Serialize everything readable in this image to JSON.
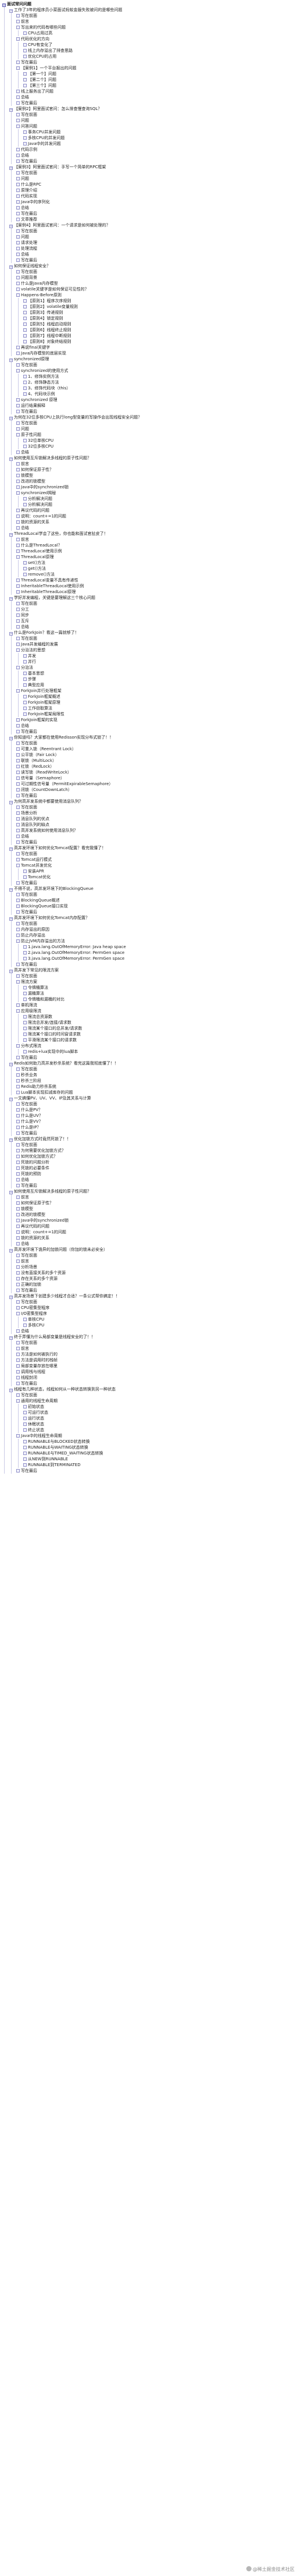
{
  "watermark": "@稀土掘金技术社区",
  "outline": [
    {
      "text": "面试常问问题",
      "level": 0
    },
    {
      "text": "工作了3年的程序员小菜面试蚂蚁金服失败被问的是哪些问题",
      "level": 1
    },
    {
      "text": "写在前面",
      "level": 2
    },
    {
      "text": "前言",
      "level": 2
    },
    {
      "text": "写出来的代码有哪些问题",
      "level": 2
    },
    {
      "text": "CPU占用过高",
      "level": 3
    },
    {
      "text": "代码优化的方向",
      "level": 2
    },
    {
      "text": "CPU有变化了",
      "level": 3
    },
    {
      "text": "线上内存溢出了排查思路",
      "level": 3
    },
    {
      "text": "优化CPU的占用",
      "level": 3
    },
    {
      "text": "写在最后",
      "level": 2
    },
    {
      "text": "【案例1】一个平台报出的问题",
      "level": 2
    },
    {
      "text": "【第一个】问题",
      "level": 3
    },
    {
      "text": "【第二个】问题",
      "level": 3
    },
    {
      "text": "【第三个】问题",
      "level": 3
    },
    {
      "text": "线上服务出了问题",
      "level": 2
    },
    {
      "text": "总结",
      "level": 2
    },
    {
      "text": "写在最后",
      "level": 2
    },
    {
      "text": "【案例2】阿里面试官问：怎么排查慢查询SQL？",
      "level": 1
    },
    {
      "text": "写在前面",
      "level": 2
    },
    {
      "text": "问题",
      "level": 2
    },
    {
      "text": "问答问题",
      "level": 2
    },
    {
      "text": "事务CPU并发问题",
      "level": 3
    },
    {
      "text": "多核CPU的并发问题",
      "level": 3
    },
    {
      "text": "Java中的并发问题",
      "level": 3
    },
    {
      "text": "代码示例",
      "level": 2
    },
    {
      "text": "总结",
      "level": 2
    },
    {
      "text": "写在最后",
      "level": 2
    },
    {
      "text": "【案例3】阿里面试官问：手写一个简单的RPC框架",
      "level": 1
    },
    {
      "text": "写在前面",
      "level": 2
    },
    {
      "text": "问题",
      "level": 2
    },
    {
      "text": "什么是RPC",
      "level": 2
    },
    {
      "text": "原理介绍",
      "level": 2
    },
    {
      "text": "代码实现",
      "level": 2
    },
    {
      "text": "Java中的序列化",
      "level": 2
    },
    {
      "text": "总结",
      "level": 2
    },
    {
      "text": "写在最后",
      "level": 2
    },
    {
      "text": "文章推荐",
      "level": 2
    },
    {
      "text": "【案例4】阿里面试官问：一个请求是如何被处理的？",
      "level": 1
    },
    {
      "text": "写在前面",
      "level": 2
    },
    {
      "text": "问题",
      "level": 2
    },
    {
      "text": "请求处理",
      "level": 2
    },
    {
      "text": "处理流程",
      "level": 2
    },
    {
      "text": "总结",
      "level": 2
    },
    {
      "text": "写在最后",
      "level": 2
    },
    {
      "text": "如何保证线程安全？",
      "level": 1
    },
    {
      "text": "写在前面",
      "level": 2
    },
    {
      "text": "问题背景",
      "level": 2
    },
    {
      "text": "什么是Java内存模型",
      "level": 2
    },
    {
      "text": "volatile关键字是如何保证可见性的？",
      "level": 2
    },
    {
      "text": "Happens-Before原则",
      "level": 2
    },
    {
      "text": "【原则1】程序次序规则",
      "level": 3
    },
    {
      "text": "【原则2】volatile变量规则",
      "level": 3
    },
    {
      "text": "【原则3】传递规则",
      "level": 3
    },
    {
      "text": "【原则4】锁定规则",
      "level": 3
    },
    {
      "text": "【原则5】线程启动规则",
      "level": 3
    },
    {
      "text": "【原则6】线程终止规则",
      "level": 3
    },
    {
      "text": "【原则7】线程中断规则",
      "level": 3
    },
    {
      "text": "【原则8】对象终结规则",
      "level": 3
    },
    {
      "text": "再说final关键字",
      "level": 2
    },
    {
      "text": "Java内存模型的底层实现",
      "level": 2
    },
    {
      "text": "synchronized原理",
      "level": 1
    },
    {
      "text": "写在前面",
      "level": 2
    },
    {
      "text": "synchronized的使用方式",
      "level": 2
    },
    {
      "text": "1、修饰实例方法",
      "level": 3
    },
    {
      "text": "2、修饰静态方法",
      "level": 3
    },
    {
      "text": "3、修饰代码块（this）",
      "level": 3
    },
    {
      "text": "4、代码块示例",
      "level": 3
    },
    {
      "text": "synchronized 原理",
      "level": 2
    },
    {
      "text": "运行结果解释",
      "level": 2
    },
    {
      "text": "写在最后",
      "level": 2
    },
    {
      "text": "为何在32位多核CPU上执行long型变量的写操作会出现线程安全问题？",
      "level": 1
    },
    {
      "text": "写在前面",
      "level": 2
    },
    {
      "text": "问题",
      "level": 2
    },
    {
      "text": "原子性问题",
      "level": 2
    },
    {
      "text": "32位单核CPU",
      "level": 3
    },
    {
      "text": "32位多核CPU",
      "level": 3
    },
    {
      "text": "总结",
      "level": 2
    },
    {
      "text": "如何使用互斥锁解决多线程的原子性问题？",
      "level": 1
    },
    {
      "text": "前言",
      "level": 2
    },
    {
      "text": "如何保证原子性？",
      "level": 2
    },
    {
      "text": "锁模型",
      "level": 2
    },
    {
      "text": "改进的锁模型",
      "level": 2
    },
    {
      "text": "Java中的synchronized锁",
      "level": 2
    },
    {
      "text": "synchronized揭秘",
      "level": 2
    },
    {
      "text": "分析解决问题",
      "level": 3
    },
    {
      "text": "分析解决问题",
      "level": 3
    },
    {
      "text": "再议代码的问题",
      "level": 2
    },
    {
      "text": "说明：count+=1的问题",
      "level": 2
    },
    {
      "text": "锁的资源的关系",
      "level": 2
    },
    {
      "text": "总结",
      "level": 2
    },
    {
      "text": "ThreadLocal学会了这些，你也能和面试官扯皮了！",
      "level": 1
    },
    {
      "text": "前言",
      "level": 2
    },
    {
      "text": "什么是ThreadLocal？",
      "level": 2
    },
    {
      "text": "ThreadLocal使用示例",
      "level": 2
    },
    {
      "text": "ThreadLocal原理",
      "level": 2
    },
    {
      "text": "set()方法",
      "level": 3
    },
    {
      "text": "get()方法",
      "level": 3
    },
    {
      "text": "remove()方法",
      "level": 3
    },
    {
      "text": "ThreadLocal变量不具有传递性",
      "level": 2
    },
    {
      "text": "InheritableThreadLocal使用示例",
      "level": 2
    },
    {
      "text": "InheritableThreadLocal原理",
      "level": 2
    },
    {
      "text": "学好并发编程，关键是要理解这三个核心问题",
      "level": 1
    },
    {
      "text": "写在前面",
      "level": 2
    },
    {
      "text": "分工",
      "level": 2
    },
    {
      "text": "同步",
      "level": 2
    },
    {
      "text": "互斥",
      "level": 2
    },
    {
      "text": "总结",
      "level": 2
    },
    {
      "text": "什么是ForkJoin？看这一篇就够了！",
      "level": 1
    },
    {
      "text": "写在前面",
      "level": 2
    },
    {
      "text": "Java并发编程的发展",
      "level": 2
    },
    {
      "text": "分治法的思想",
      "level": 2
    },
    {
      "text": "并发",
      "level": 3
    },
    {
      "text": "并行",
      "level": 3
    },
    {
      "text": "分治法",
      "level": 2
    },
    {
      "text": "基本思想",
      "level": 3
    },
    {
      "text": "步骤",
      "level": 3
    },
    {
      "text": "典型应用",
      "level": 3
    },
    {
      "text": "ForkJoin并行处理框架",
      "level": 2
    },
    {
      "text": "ForkJoin框架概述",
      "level": 3
    },
    {
      "text": "ForkJoin框架原理",
      "level": 3
    },
    {
      "text": "工作窃取算法",
      "level": 3
    },
    {
      "text": "ForkJoin框架局限性",
      "level": 3
    },
    {
      "text": "ForkJoin框架的实现",
      "level": 2
    },
    {
      "text": "总结",
      "level": 2
    },
    {
      "text": "写在最后",
      "level": 2
    },
    {
      "text": "你知道吗？大家都在使用Redisson实现分布式锁了！！",
      "level": 1
    },
    {
      "text": "写在前面",
      "level": 2
    },
    {
      "text": "可重入锁（Reentrant Lock）",
      "level": 2
    },
    {
      "text": "公平锁（Fair Lock）",
      "level": 2
    },
    {
      "text": "联锁（MultiLock）",
      "level": 2
    },
    {
      "text": "红锁（RedLock）",
      "level": 2
    },
    {
      "text": "读写锁（ReadWriteLock）",
      "level": 2
    },
    {
      "text": "信号量（Semaphore）",
      "level": 2
    },
    {
      "text": "可过期性信号量（PermitExpirableSemaphore）",
      "level": 2
    },
    {
      "text": "闭锁（CountDownLatch）",
      "level": 2
    },
    {
      "text": "写在最后",
      "level": 2
    },
    {
      "text": "为何高并发系统中都要使用消息队列？",
      "level": 1
    },
    {
      "text": "写在前面",
      "level": 2
    },
    {
      "text": "场景分析",
      "level": 2
    },
    {
      "text": "消息队列的优点",
      "level": 2
    },
    {
      "text": "消息队列的缺点",
      "level": 2
    },
    {
      "text": "高并发系统如何使用消息队列？",
      "level": 2
    },
    {
      "text": "总结",
      "level": 2
    },
    {
      "text": "写在最后",
      "level": 2
    },
    {
      "text": "高并发环境下如何优化Tomcat配置？看完我懂了！",
      "level": 1
    },
    {
      "text": "写在前面",
      "level": 2
    },
    {
      "text": "Tomcat运行模式",
      "level": 2
    },
    {
      "text": "Tomcat并发优化",
      "level": 2
    },
    {
      "text": "安装APR",
      "level": 3
    },
    {
      "text": "Tomcat优化",
      "level": 3
    },
    {
      "text": "写在最后",
      "level": 2
    },
    {
      "text": "不得不说，高并发环境下的BlockingQueue",
      "level": 1
    },
    {
      "text": "写在前面",
      "level": 2
    },
    {
      "text": "BlockingQueue概述",
      "level": 2
    },
    {
      "text": "BlockingQueue接口实现",
      "level": 2
    },
    {
      "text": "写在最后",
      "level": 2
    },
    {
      "text": "高并发环境下如何优化Tomcat内存配置？",
      "level": 1
    },
    {
      "text": "写在前面",
      "level": 2
    },
    {
      "text": "内存溢出的原因",
      "level": 2
    },
    {
      "text": "防止内存溢出",
      "level": 2
    },
    {
      "text": "防止JVM内存溢出的方法",
      "level": 2
    },
    {
      "text": "1.java.lang.OutOfMemoryError: Java heap space",
      "level": 3
    },
    {
      "text": "2.java.lang.OutOfMemoryError: PermGen space",
      "level": 3
    },
    {
      "text": "3.java.lang.OutOfMemoryError: PermGen space",
      "level": 3
    },
    {
      "text": "写在最后",
      "level": 2
    },
    {
      "text": "高并发下常见的限流方案",
      "level": 1
    },
    {
      "text": "写在前面",
      "level": 2
    },
    {
      "text": "限流方案",
      "level": 2
    },
    {
      "text": "令牌桶算法",
      "level": 3
    },
    {
      "text": "漏桶算法",
      "level": 3
    },
    {
      "text": "令牌桶和漏桶的对比",
      "level": 3
    },
    {
      "text": "单机限流",
      "level": 2
    },
    {
      "text": "应用级限流",
      "level": 2
    },
    {
      "text": "限流总资源数",
      "level": 3
    },
    {
      "text": "限流总并发/连接/请求数",
      "level": 3
    },
    {
      "text": "限流某个接口的总并发/请求数",
      "level": 3
    },
    {
      "text": "限流某个接口的时间窗请求数",
      "level": 3
    },
    {
      "text": "平滑限流某个接口的请求数",
      "level": 3
    },
    {
      "text": "分布式限流",
      "level": 2
    },
    {
      "text": "redis+lua实现中的lua脚本",
      "level": 3
    },
    {
      "text": "写在最后",
      "level": 2
    },
    {
      "text": "Redis如何助力高并发秒杀系统？看完这篇我彻底懂了！！",
      "level": 1
    },
    {
      "text": "写在前面",
      "level": 2
    },
    {
      "text": "秒杀业务",
      "level": 2
    },
    {
      "text": "秒杀三阶段",
      "level": 2
    },
    {
      "text": "Redis助力秒杀系统",
      "level": 2
    },
    {
      "text": "Lua脚本实现扣减库存的问题",
      "level": 2
    },
    {
      "text": "一文搞懂PV、UV、VV、IP及其关系与计算",
      "level": 1
    },
    {
      "text": "写在前面",
      "level": 2
    },
    {
      "text": "什么是PV？",
      "level": 2
    },
    {
      "text": "什么是UV？",
      "level": 2
    },
    {
      "text": "什么是VV？",
      "level": 2
    },
    {
      "text": "什么是IP？",
      "level": 2
    },
    {
      "text": "写在最后",
      "level": 2
    },
    {
      "text": "优化加锁方式时竟然死锁了！！",
      "level": 1
    },
    {
      "text": "写在前面",
      "level": 2
    },
    {
      "text": "为何需要优化加锁方式？",
      "level": 2
    },
    {
      "text": "如何优化加锁方式？",
      "level": 2
    },
    {
      "text": "死锁的问题分析",
      "level": 2
    },
    {
      "text": "死锁的必要条件",
      "level": 2
    },
    {
      "text": "死锁的预防",
      "level": 2
    },
    {
      "text": "总结",
      "level": 2
    },
    {
      "text": "写在最后",
      "level": 2
    },
    {
      "text": "如何使用互斥锁解决多线程的原子性问题？",
      "level": 1
    },
    {
      "text": "前言",
      "level": 2
    },
    {
      "text": "如何保证原子性？",
      "level": 2
    },
    {
      "text": "锁模型",
      "level": 2
    },
    {
      "text": "改进的锁模型",
      "level": 2
    },
    {
      "text": "Java中的synchronized锁",
      "level": 2
    },
    {
      "text": "再议代码的问题",
      "level": 2
    },
    {
      "text": "说明：count+=1的问题",
      "level": 2
    },
    {
      "text": "锁的资源的关系",
      "level": 2
    },
    {
      "text": "总结",
      "level": 2
    },
    {
      "text": "高并发环境下诡异的加锁问题（你加的锁未必安全）",
      "level": 1
    },
    {
      "text": "写在前面",
      "level": 2
    },
    {
      "text": "前言",
      "level": 2
    },
    {
      "text": "分析场景",
      "level": 2
    },
    {
      "text": "没有直接关系的多个资源",
      "level": 2
    },
    {
      "text": "存在关系的多个资源",
      "level": 2
    },
    {
      "text": "正确的加锁",
      "level": 2
    },
    {
      "text": "写在最后",
      "level": 2
    },
    {
      "text": "高并发场景下创建多少线程才合适？一条公式帮你搞定！！",
      "level": 1
    },
    {
      "text": "写在前面",
      "level": 2
    },
    {
      "text": "CPU密集型程序",
      "level": 2
    },
    {
      "text": "I/O密集型程序",
      "level": 2
    },
    {
      "text": "单核CPU",
      "level": 3
    },
    {
      "text": "多核CPU",
      "level": 3
    },
    {
      "text": "总结",
      "level": 2
    },
    {
      "text": "终于弄懂为什么局部变量是线程安全的了！！",
      "level": 1
    },
    {
      "text": "写在前面",
      "level": 2
    },
    {
      "text": "前言",
      "level": 2
    },
    {
      "text": "方法是如何被执行的",
      "level": 2
    },
    {
      "text": "方法是调用时的栈帧",
      "level": 2
    },
    {
      "text": "局部变量存放在哪里",
      "level": 2
    },
    {
      "text": "调用栈与线程",
      "level": 2
    },
    {
      "text": "线程封闭",
      "level": 2
    },
    {
      "text": "写在最后",
      "level": 2
    },
    {
      "text": "线程有几种状态，线程如何从一种状态转换到另一种状态",
      "level": 1
    },
    {
      "text": "写在前面",
      "level": 2
    },
    {
      "text": "通用的线程生命周期",
      "level": 2
    },
    {
      "text": "初始状态",
      "level": 3
    },
    {
      "text": "可运行状态",
      "level": 3
    },
    {
      "text": "运行状态",
      "level": 3
    },
    {
      "text": "休眠状态",
      "level": 3
    },
    {
      "text": "终止状态",
      "level": 3
    },
    {
      "text": "Java中的线程生命周期",
      "level": 2
    },
    {
      "text": "RUNNABLE与BLOCKED状态转换",
      "level": 3
    },
    {
      "text": "RUNNABLE与WAITING状态转换",
      "level": 3
    },
    {
      "text": "RUNNABLE与TIMED_WAITING状态转换",
      "level": 3
    },
    {
      "text": "从NEW到RUNNABLE",
      "level": 3
    },
    {
      "text": "RUNNABLE到TERMINATED",
      "level": 3
    },
    {
      "text": "写在最后",
      "level": 2
    }
  ]
}
